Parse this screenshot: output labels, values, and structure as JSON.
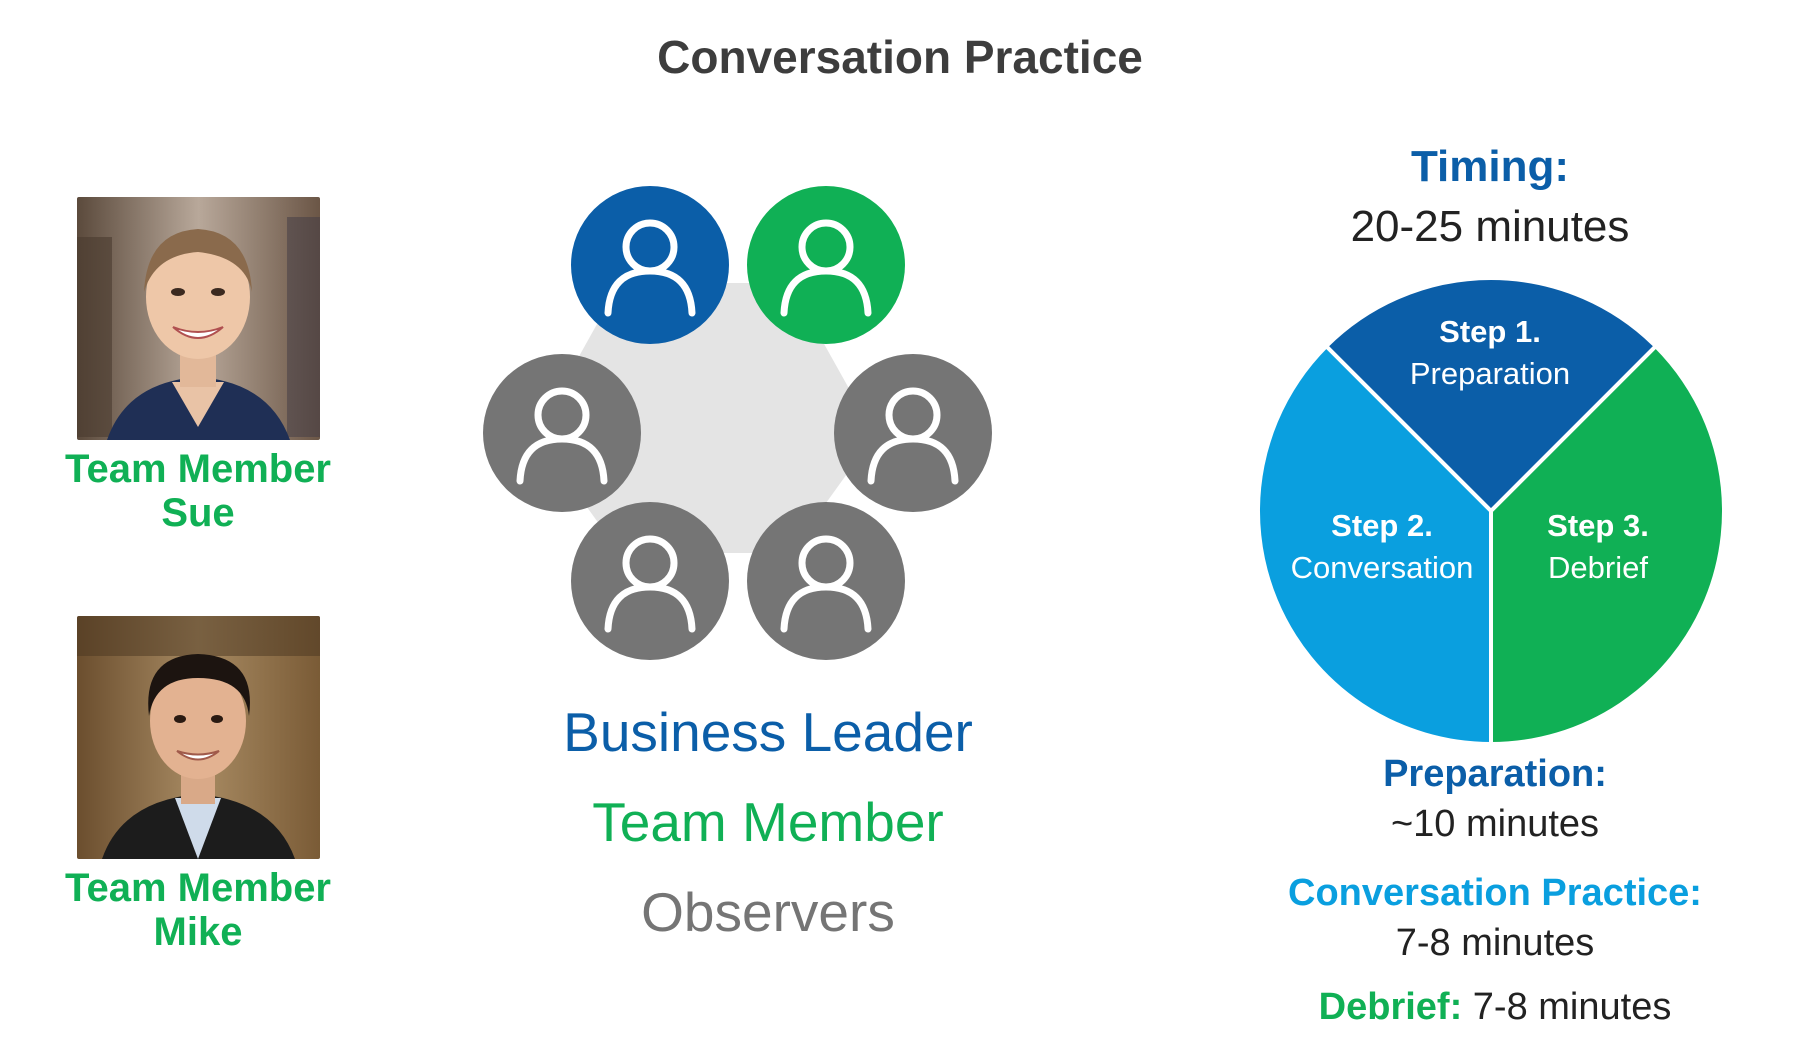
{
  "title": "Conversation Practice",
  "colors": {
    "business_leader": "#0b5ea8",
    "team_member": "#10b055",
    "observers": "#757575",
    "conversation": "#0a9fdf",
    "hub": "#e4e4e4",
    "title": "#3d3d3d"
  },
  "people": [
    {
      "line1": "Team Member",
      "line2": "Sue"
    },
    {
      "line1": "Team Member",
      "line2": "Mike"
    }
  ],
  "roles": {
    "business_leader": "Business Leader",
    "team_member": "Team Member",
    "observers": "Observers"
  },
  "icon": "person-icon",
  "timing": {
    "heading": "Timing:",
    "value": "20-25 minutes"
  },
  "pie": {
    "steps": [
      {
        "step": "Step 1.",
        "name": "Preparation"
      },
      {
        "step": "Step 2.",
        "name": "Conversation"
      },
      {
        "step": "Step 3.",
        "name": "Debrief"
      }
    ]
  },
  "details": {
    "preparation": {
      "label": "Preparation:",
      "value": "~10 minutes"
    },
    "conversation": {
      "label": "Conversation Practice:",
      "value": "7-8 minutes"
    },
    "debrief": {
      "label": "Debrief:",
      "value": " 7-8 minutes"
    }
  }
}
